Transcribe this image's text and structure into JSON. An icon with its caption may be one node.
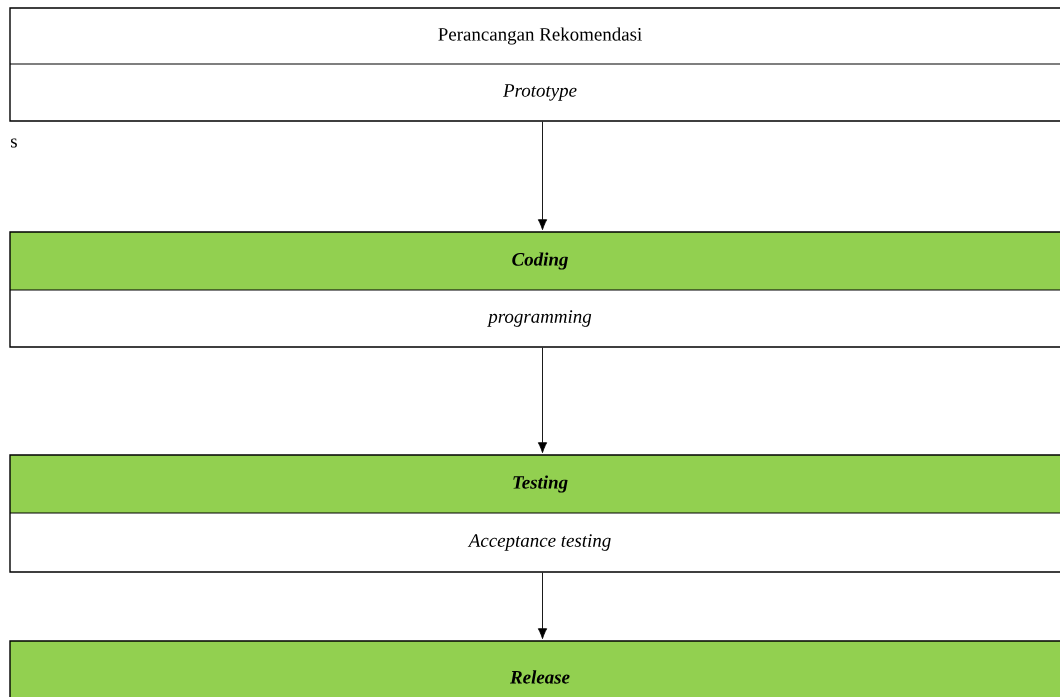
{
  "diagram": {
    "nodes": [
      {
        "text": [
          "Perancangan Rekomendasi",
          "Prototype"
        ]
      },
      {
        "text": [
          "Coding",
          "programming"
        ]
      },
      {
        "text": [
          "Testing",
          "Acceptance testing"
        ]
      },
      {
        "text": [
          "Release"
        ]
      }
    ],
    "edges": [
      {
        "from": 0,
        "to": 1,
        "arrow": "to"
      },
      {
        "from": 1,
        "to": 2,
        "arrow": "to"
      },
      {
        "from": 2,
        "to": 3,
        "arrow": "to"
      }
    ],
    "labels": [
      "s"
    ]
  }
}
